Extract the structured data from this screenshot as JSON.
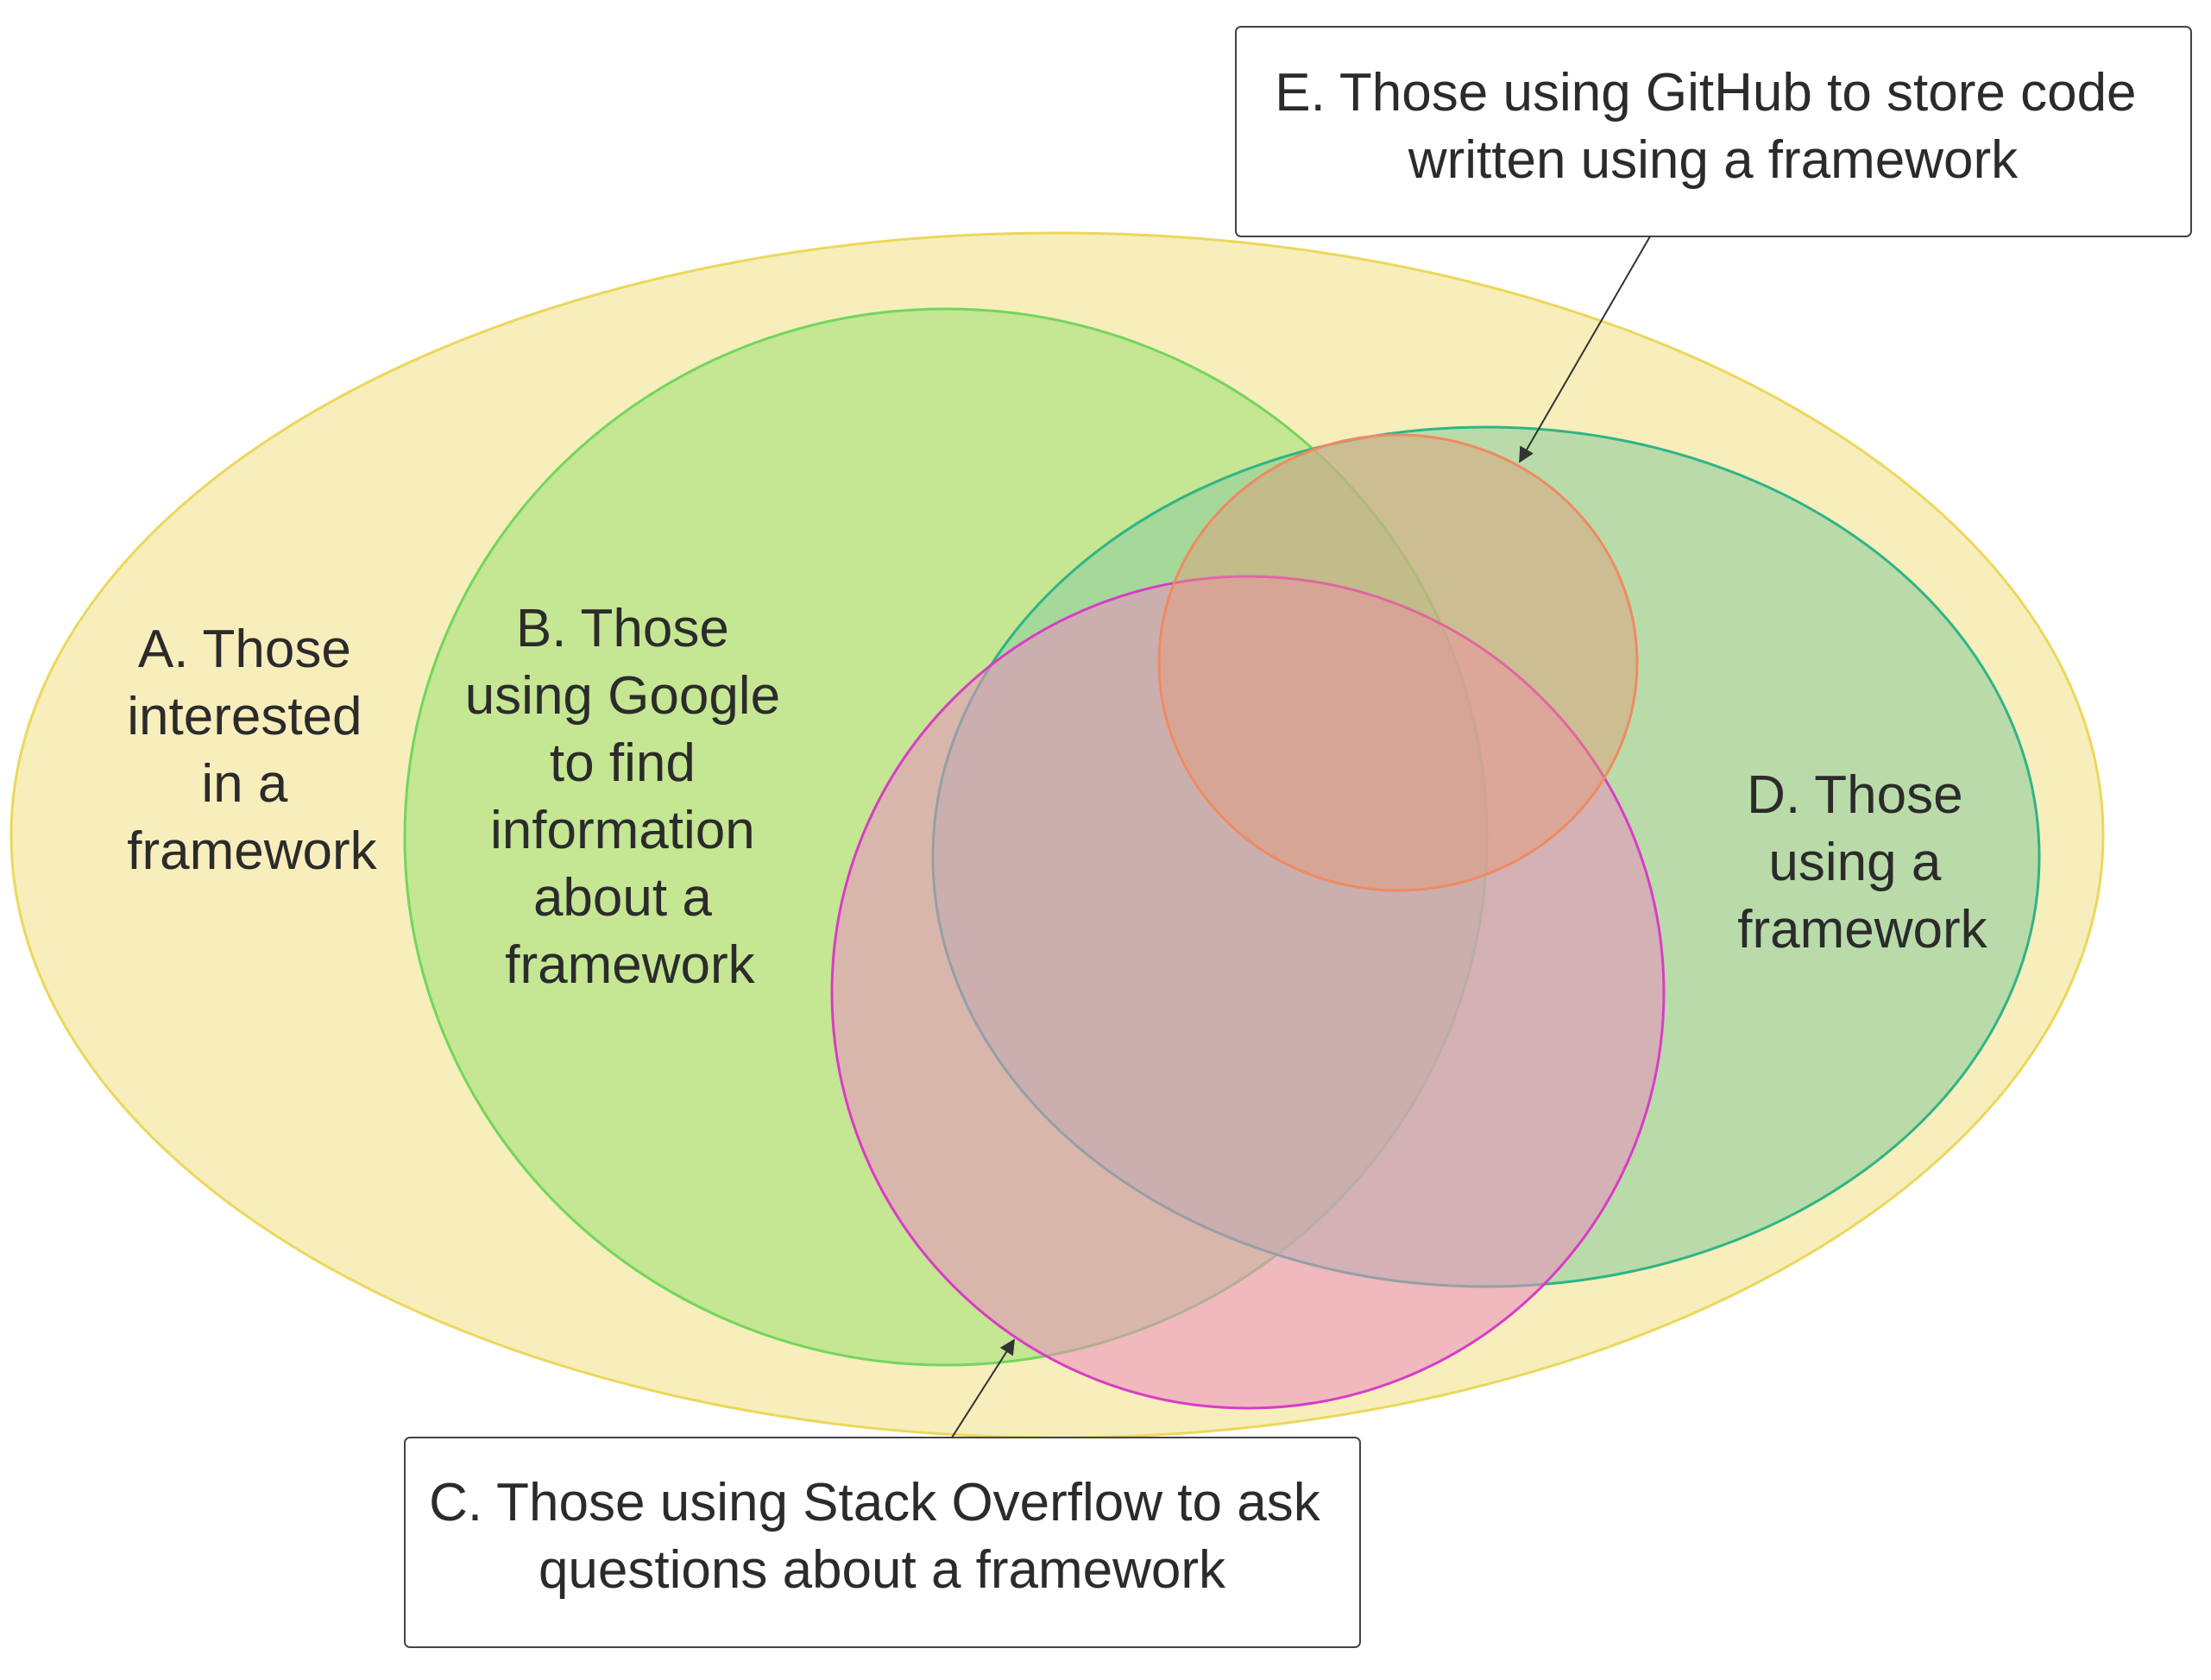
{
  "sets": {
    "a": {
      "lines": [
        "A. Those",
        "interested",
        "in a",
        "framework"
      ],
      "fill": "#f7eebc",
      "stroke": "#ecd75b"
    },
    "b": {
      "lines": [
        "B. Those",
        "using Google",
        "to find",
        "information",
        "about a",
        "framework"
      ],
      "fill": "#b9e48a",
      "stroke": "#72d65c"
    },
    "c": {
      "lines": [
        "C. Those using Stack Overflow to ask",
        "questions about a framework"
      ],
      "fill": "#e98ec0",
      "stroke": "#d93cc6"
    },
    "d": {
      "lines": [
        "D. Those",
        "using a",
        "framework"
      ],
      "fill": "#8fcf9c",
      "stroke": "#2fb487"
    },
    "e": {
      "lines": [
        "E. Those using GitHub to store code",
        "written using a framework"
      ],
      "fill": "#e69a78",
      "stroke": "#ef8a60"
    }
  },
  "colors": {
    "text": "#2b2b2b",
    "callout_border": "#444444",
    "arrow": "#333333"
  }
}
